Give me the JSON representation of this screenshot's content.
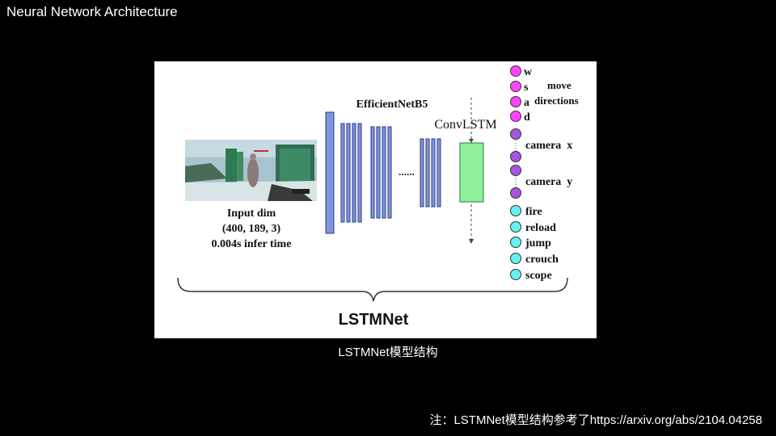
{
  "slide": {
    "title": "Neural Network Architecture",
    "caption": "LSTMNet模型结构",
    "footnote": "注：LSTMNet模型结构参考了https://arxiv.org/abs/2104.04258"
  },
  "diagram": {
    "input": {
      "label": "Input dim",
      "dims": "(400, 189, 3)",
      "infer": "0.004s infer time"
    },
    "efficientnet_label": "EfficientNetB5",
    "ellipsis": "......",
    "convlstm_label": "ConvLSTM",
    "network_label": "LSTMNet",
    "colors": {
      "cnn_block": "#7f95d8",
      "lstm_block": "#8fef9a",
      "move_node": "#ff44ff",
      "camera_node": "#a855e0",
      "action_node": "#66f2f2"
    },
    "outputs": {
      "move_keys": [
        "w",
        "s",
        "a",
        "d"
      ],
      "move_label_1": "move",
      "move_label_2": "directions",
      "camera_x": "camera  x",
      "camera_y": "camera  y",
      "actions": [
        "fire",
        "reload",
        "jump",
        "crouch",
        "scope"
      ]
    }
  }
}
